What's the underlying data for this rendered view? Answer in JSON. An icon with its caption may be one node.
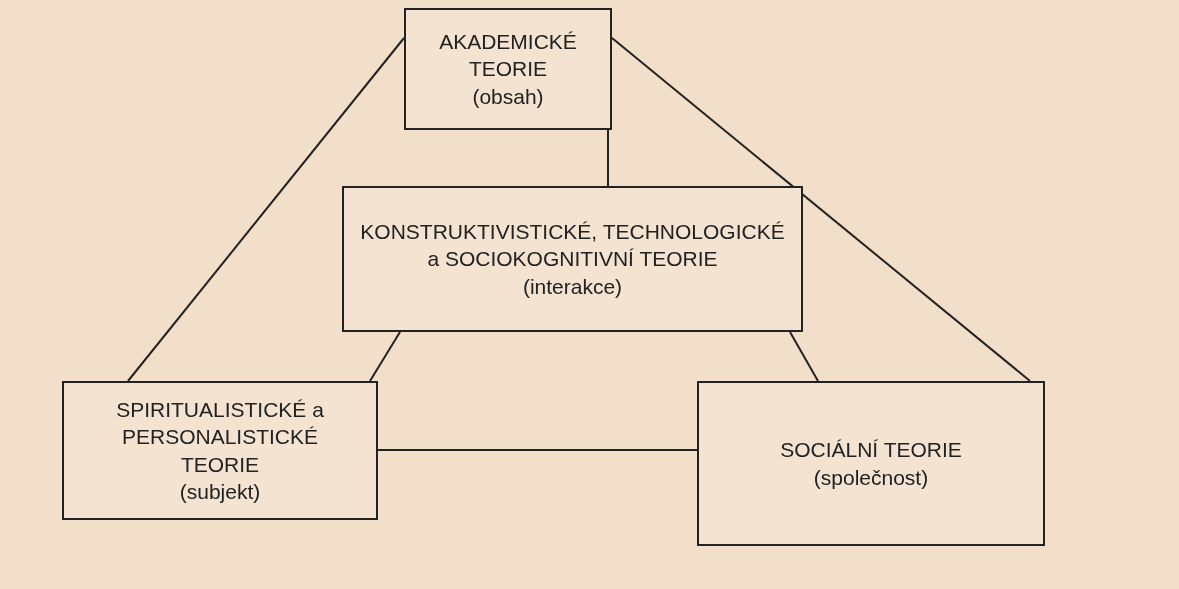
{
  "diagram": {
    "nodes": [
      {
        "text": [
          "AKADEMICKÉ TEORIE",
          "(obsah)"
        ]
      },
      {
        "text": [
          "KONSTRUKTIVISTICKÉ, TECHNOLOGICKÉ a SOCIOKOGNITIVNÍ TEORIE",
          "(interakce)"
        ]
      },
      {
        "text": [
          "SPIRITUALISTICKÉ a PERSONALISTICKÉ TEORIE",
          "(subjekt)"
        ]
      },
      {
        "text": [
          "SOCIÁLNÍ TEORIE",
          "(společnost)"
        ]
      }
    ],
    "edges": [
      {
        "from": 0,
        "to": 1,
        "arrow": "none"
      },
      {
        "from": 1,
        "to": 2,
        "arrow": "none"
      },
      {
        "from": 1,
        "to": 3,
        "arrow": "none"
      },
      {
        "from": 2,
        "to": 3,
        "arrow": "none"
      },
      {
        "from": 0,
        "to": 2,
        "arrow": "none"
      },
      {
        "from": 0,
        "to": 3,
        "arrow": "none"
      }
    ]
  }
}
